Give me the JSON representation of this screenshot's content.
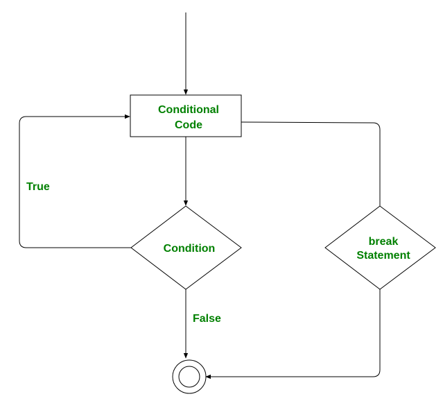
{
  "diagram": {
    "text_color": "#008000",
    "line_color": "#000000",
    "nodes": {
      "conditional_code": {
        "line1": "Conditional",
        "line2": "Code"
      },
      "condition": {
        "label": "Condition"
      },
      "break_statement": {
        "line1": "break",
        "line2": "Statement"
      },
      "end": {
        "shape": "end-state-circle"
      }
    },
    "edges": {
      "true_label": "True",
      "false_label": "False"
    }
  }
}
